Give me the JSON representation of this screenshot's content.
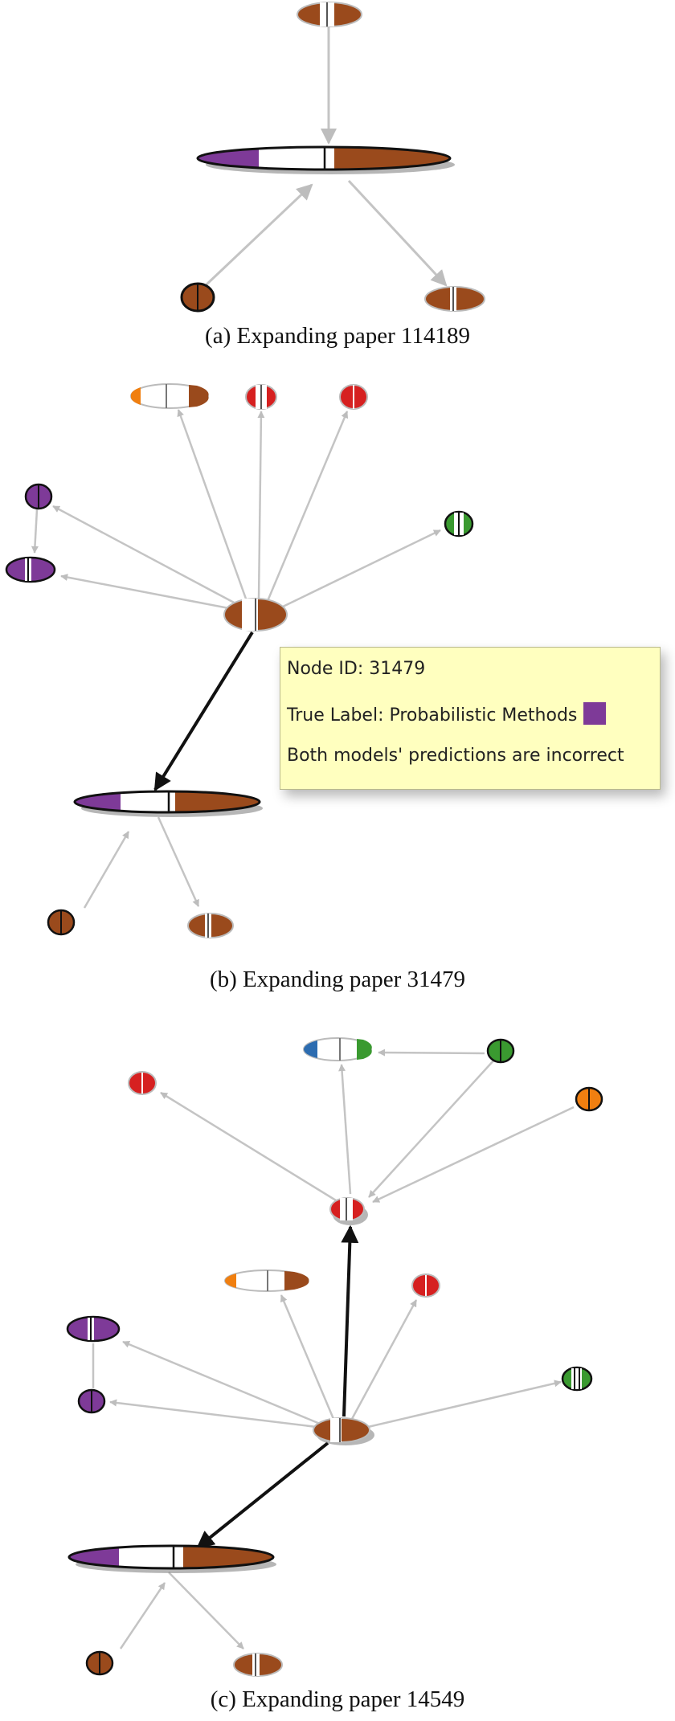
{
  "colors": {
    "brown": "#9a4a1c",
    "purple": "#7e3a98",
    "red": "#d62020",
    "green": "#3a9a30",
    "orange": "#f07f10",
    "blue": "#2c6cb0",
    "edge": "#c0c0c0",
    "edge_highlight": "#111111",
    "tooltip_bg": "#ffffbf"
  },
  "panels": [
    {
      "id": "a",
      "caption": "(a)  Expanding paper 114189"
    },
    {
      "id": "b",
      "caption": "(b)  Expanding paper 31479"
    },
    {
      "id": "c",
      "caption": "(c)  Expanding paper 14549"
    }
  ],
  "tooltip": {
    "node_id": "Node ID: 31479",
    "true_label": "True Label: Probabilistic Methods",
    "label_color": "#7e3a98",
    "prediction_status": "Both models' predictions are incorrect"
  }
}
